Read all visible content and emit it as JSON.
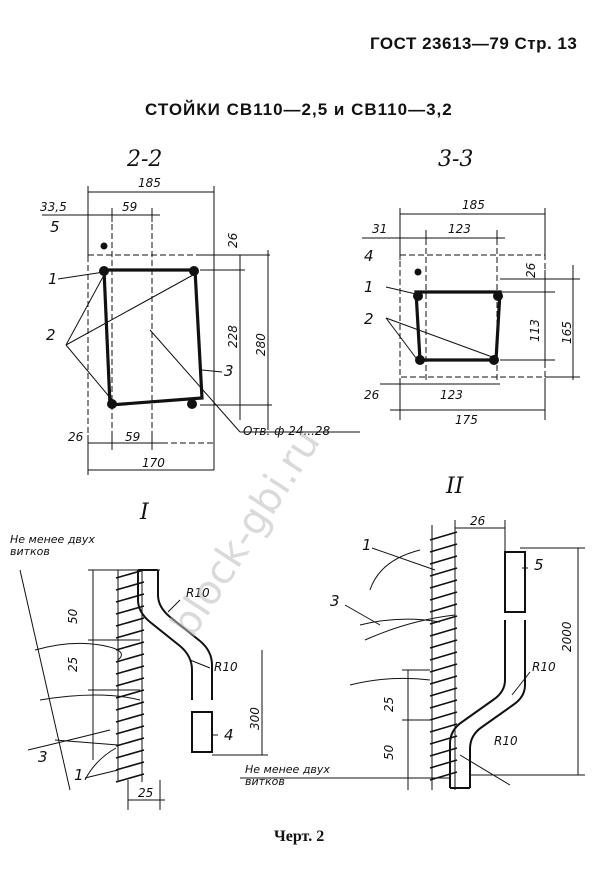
{
  "header": {
    "doc_ref": "ГОСТ 23613—79 Стр. 13"
  },
  "title": "СТОЙКИ СВ110—2,5 и СВ110—3,2",
  "section_2_2": {
    "label": "2-2",
    "dims": {
      "d185": "185",
      "d33_5": "33,5",
      "d59_top": "59",
      "d26_top": "26",
      "d228": "228",
      "d280": "280",
      "d26_bot": "26",
      "d59_bot": "59",
      "d170": "170"
    },
    "callouts": {
      "c5": "5",
      "c1": "1",
      "c2": "2",
      "c3": "3"
    },
    "hole_note": "Отв. ф 24...28"
  },
  "section_3_3": {
    "label": "3-3",
    "dims": {
      "d185": "185",
      "d31": "31",
      "d123_top": "123",
      "d26": "26",
      "d113": "113",
      "d165": "165",
      "d26_left": "26",
      "d123_bot": "123",
      "d175": "175"
    },
    "callouts": {
      "c4": "4",
      "c1": "1",
      "c2": "2"
    }
  },
  "detail_I": {
    "label": "I",
    "note": "Не менее двух витков",
    "dims": {
      "d50": "50",
      "d25": "25",
      "d300": "300",
      "d25_bot": "25",
      "r10a": "R10",
      "r10b": "R10"
    },
    "callouts": {
      "c3": "3",
      "c1": "1",
      "c4": "4"
    }
  },
  "detail_II": {
    "label": "II",
    "note": "Не менее двух витков",
    "dims": {
      "d26": "26",
      "d2000": "2000",
      "d25": "25",
      "d50": "50",
      "r10a": "R10",
      "r10b": "R10"
    },
    "callouts": {
      "c1": "1",
      "c3": "3",
      "c5": "5"
    }
  },
  "caption": "Черт. 2",
  "watermark": "block-gbi.ru"
}
